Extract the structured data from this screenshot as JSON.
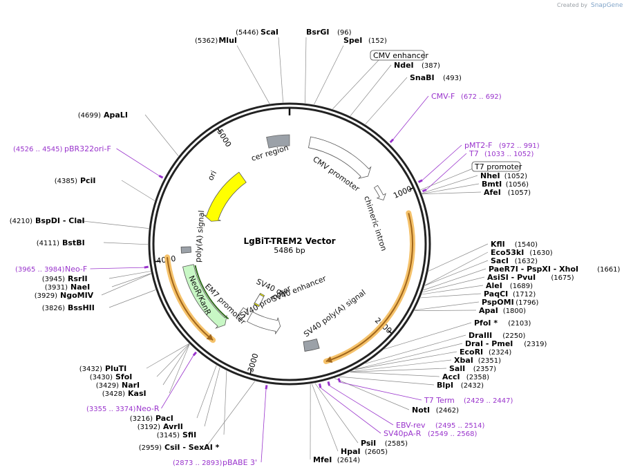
{
  "map": {
    "name": "LgBiT-TREM2 Vector",
    "length_label": "5486 bp",
    "total_bp": 5486,
    "credit_prefix": "Created by",
    "credit_brand": "SnapGene",
    "colors": {
      "backbone": "#222222",
      "primer": "#9933cc",
      "ori": "#ffff00",
      "resistance": "#c8f7c5",
      "grey_feature": "#9ba1a8",
      "orf_outline": "#f5c26b",
      "orf_arrow": "#a0651a"
    },
    "ruler_ticks": [
      {
        "label": "1000",
        "pos": 1000
      },
      {
        "label": "2000",
        "pos": 2000
      },
      {
        "label": "3000",
        "pos": 3000
      },
      {
        "label": "4000",
        "pos": 4000
      },
      {
        "label": "5000",
        "pos": 5000
      }
    ],
    "features": [
      {
        "name": "cer region",
        "start": 5300,
        "end": 5486,
        "type": "misc",
        "direction": "none"
      },
      {
        "name": "CMV promoter",
        "start": 170,
        "end": 750,
        "type": "promoter",
        "direction": "forward"
      },
      {
        "name": "chimeric intron",
        "start": 860,
        "end": 990,
        "type": "intron",
        "direction": "forward"
      },
      {
        "name": "SV40 poly(A) signal",
        "start": 2500,
        "end": 2620,
        "type": "polyA",
        "direction": "none"
      },
      {
        "name": "SV40 promoter",
        "start": 2840,
        "end": 3180,
        "type": "promoter",
        "direction": "reverse"
      },
      {
        "name": "SV40 ori",
        "start": 3140,
        "end": 3210,
        "type": "rep_origin",
        "direction": "none"
      },
      {
        "name": "SV40 enhancer",
        "start": 3140,
        "end": 3210,
        "type": "enhancer",
        "direction": "none"
      },
      {
        "name": "EM7 promoter",
        "start": 3230,
        "end": 3290,
        "type": "promoter",
        "direction": "reverse"
      },
      {
        "name": "NeoR/KanR",
        "start": 3330,
        "end": 3930,
        "type": "resistance",
        "direction": "reverse"
      },
      {
        "name": "poly(A) signal",
        "start": 4040,
        "end": 4090,
        "type": "polyA",
        "direction": "none"
      },
      {
        "name": "ori",
        "start": 4360,
        "end": 4950,
        "type": "rep_origin",
        "direction": "reverse"
      }
    ],
    "orfs": [
      {
        "start": 1150,
        "end": 2480,
        "direction": "forward"
      },
      {
        "start": 3330,
        "end": 4020,
        "direction": "reverse"
      }
    ],
    "enzymes": [
      {
        "name": "ScaI",
        "pos_label": "(5446)",
        "pos": 5446
      },
      {
        "name": "BsrGI",
        "pos_label": "(96)",
        "pos": 96
      },
      {
        "name": "MluI",
        "pos_label": "(5362)",
        "pos": 5362
      },
      {
        "name": "SpeI",
        "pos_label": "(152)",
        "pos": 152
      },
      {
        "name": "NdeI",
        "pos_label": "(387)",
        "pos": 387
      },
      {
        "name": "SnaBI",
        "pos_label": "(493)",
        "pos": 493
      },
      {
        "name": "NheI",
        "pos_label": "(1052)",
        "pos": 1052
      },
      {
        "name": "BmtI",
        "pos_label": "(1056)",
        "pos": 1056
      },
      {
        "name": "AfeI",
        "pos_label": "(1057)",
        "pos": 1057
      },
      {
        "name": "KflI",
        "pos_label": "(1540)",
        "pos": 1540
      },
      {
        "name": "Eco53kI",
        "pos_label": "(1630)",
        "pos": 1630
      },
      {
        "name": "SacI",
        "pos_label": "(1632)",
        "pos": 1632
      },
      {
        "name": "PaeR7I - PspXI - XhoI",
        "pos_label": "(1661)",
        "pos": 1661
      },
      {
        "name": "AsiSI - PvuI",
        "pos_label": "(1675)",
        "pos": 1675
      },
      {
        "name": "AleI",
        "pos_label": "(1689)",
        "pos": 1689
      },
      {
        "name": "PaqCI",
        "pos_label": "(1712)",
        "pos": 1712
      },
      {
        "name": "PspOMI",
        "pos_label": "(1796)",
        "pos": 1796
      },
      {
        "name": "ApaI",
        "pos_label": "(1800)",
        "pos": 1800
      },
      {
        "name": "PfoI *",
        "pos_label": "(2103)",
        "pos": 2103
      },
      {
        "name": "DraIII",
        "pos_label": "(2250)",
        "pos": 2250
      },
      {
        "name": "DraI - PmeI",
        "pos_label": "(2319)",
        "pos": 2319
      },
      {
        "name": "EcoRI",
        "pos_label": "(2324)",
        "pos": 2324
      },
      {
        "name": "XbaI",
        "pos_label": "(2351)",
        "pos": 2351
      },
      {
        "name": "SalI",
        "pos_label": "(2357)",
        "pos": 2357
      },
      {
        "name": "AccI",
        "pos_label": "(2358)",
        "pos": 2358
      },
      {
        "name": "BlpI",
        "pos_label": "(2432)",
        "pos": 2432
      },
      {
        "name": "NotI",
        "pos_label": "(2462)",
        "pos": 2462
      },
      {
        "name": "PsiI",
        "pos_label": "(2585)",
        "pos": 2585
      },
      {
        "name": "HpaI",
        "pos_label": "(2605)",
        "pos": 2605
      },
      {
        "name": "MfeI",
        "pos_label": "(2614)",
        "pos": 2614
      },
      {
        "name": "CsiI - SexAI *",
        "pos_label": "(2959)",
        "pos": 2959
      },
      {
        "name": "SfiI",
        "pos_label": "(3145)",
        "pos": 3145
      },
      {
        "name": "AvrII",
        "pos_label": "(3192)",
        "pos": 3192
      },
      {
        "name": "PacI",
        "pos_label": "(3216)",
        "pos": 3216
      },
      {
        "name": "KasI",
        "pos_label": "(3428)",
        "pos": 3428
      },
      {
        "name": "NarI",
        "pos_label": "(3429)",
        "pos": 3429
      },
      {
        "name": "SfoI",
        "pos_label": "(3430)",
        "pos": 3430
      },
      {
        "name": "PluTI",
        "pos_label": "(3432)",
        "pos": 3432
      },
      {
        "name": "BssHII",
        "pos_label": "(3826)",
        "pos": 3826
      },
      {
        "name": "NgoMIV",
        "pos_label": "(3929)",
        "pos": 3929
      },
      {
        "name": "NaeI",
        "pos_label": "(3931)",
        "pos": 3931
      },
      {
        "name": "RsrII",
        "pos_label": "(3945)",
        "pos": 3945
      },
      {
        "name": "BstBI",
        "pos_label": "(4111)",
        "pos": 4111
      },
      {
        "name": "BspDI - ClaI",
        "pos_label": "(4210)",
        "pos": 4210
      },
      {
        "name": "PciI",
        "pos_label": "(4385)",
        "pos": 4385
      },
      {
        "name": "ApaLI",
        "pos_label": "(4699)",
        "pos": 4699
      }
    ],
    "primers": [
      {
        "name": "CMV-F",
        "range_label": "(672 .. 692)",
        "pos": 682
      },
      {
        "name": "pMT2-F",
        "range_label": "(972 .. 991)",
        "pos": 981
      },
      {
        "name": "T7",
        "range_label": "(1033 .. 1052)",
        "pos": 1042
      },
      {
        "name": "T7 Term",
        "range_label": "(2429 .. 2447)",
        "pos": 2438
      },
      {
        "name": "EBV-rev",
        "range_label": "(2495 .. 2514)",
        "pos": 2504
      },
      {
        "name": "SV40pA-R",
        "range_label": "(2549 .. 2568)",
        "pos": 2558
      },
      {
        "name": "pBABE 3'",
        "range_label": "(2873 .. 2893)",
        "pos": 2883
      },
      {
        "name": "Neo-R",
        "range_label": "(3355 .. 3374)",
        "pos": 3364
      },
      {
        "name": "Neo-F",
        "range_label": "(3965 .. 3984)",
        "pos": 3974
      },
      {
        "name": "pBR322ori-F",
        "range_label": "(4526 .. 4545)",
        "pos": 4535
      }
    ],
    "boxed_features": [
      {
        "name": "CMV enhancer",
        "pos": 270
      },
      {
        "name": "T7 promoter",
        "pos": 1030
      }
    ]
  }
}
